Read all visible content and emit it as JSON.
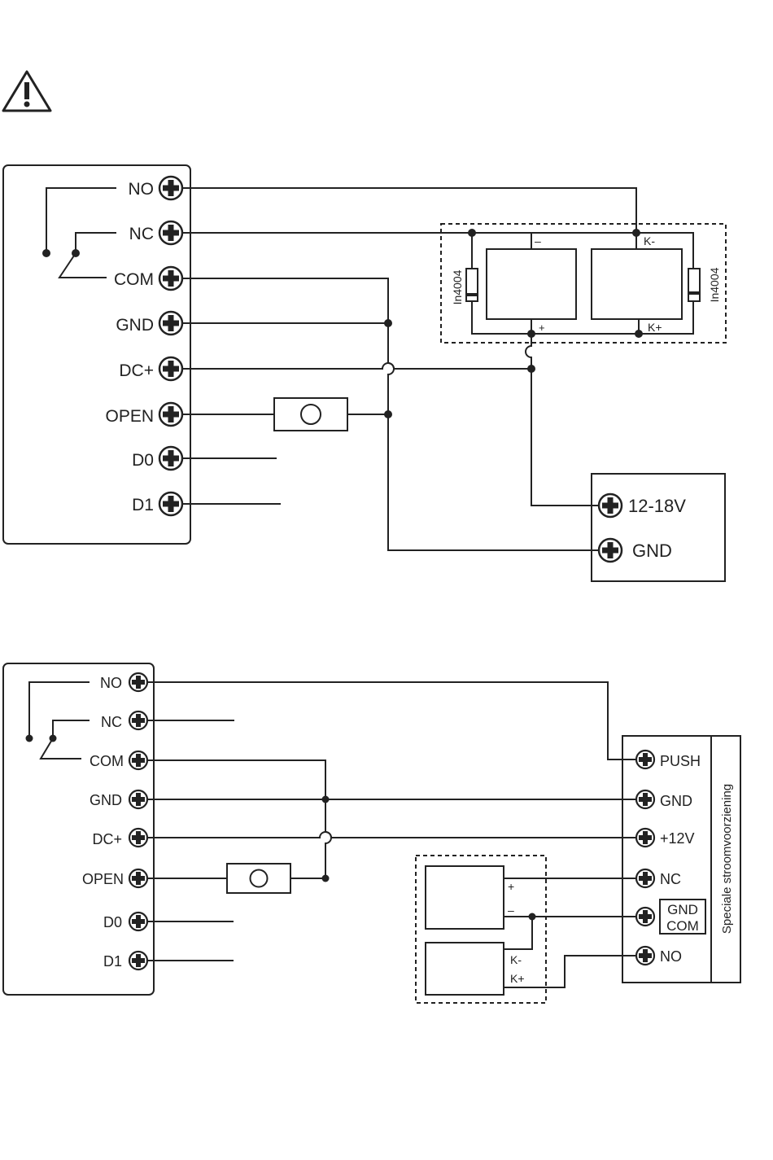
{
  "warning": {
    "icon": "warning-triangle-icon"
  },
  "diagram1": {
    "controller_terminals": [
      "NO",
      "NC",
      "COM",
      "GND",
      "DC+",
      "OPEN",
      "D0",
      "D1"
    ],
    "diode_left": "In4004",
    "diode_right": "In4004",
    "lock_left": {
      "minus": "–",
      "plus": "+"
    },
    "lock_right": {
      "minus": "K-",
      "plus": "K+"
    },
    "power_supply": [
      "12-18V",
      "GND"
    ]
  },
  "diagram2": {
    "controller_terminals": [
      "NO",
      "NC",
      "COM",
      "GND",
      "DC+",
      "OPEN",
      "D0",
      "D1"
    ],
    "lock_top": {
      "plus": "+",
      "minus": "–"
    },
    "lock_bottom": {
      "minus": "K-",
      "plus": "K+"
    },
    "power_supply": [
      "PUSH",
      "GND",
      "+12V",
      "NC",
      "",
      "NO"
    ],
    "gnd_com_label": [
      "GND",
      "COM"
    ],
    "power_supply_title": "Speciale stroomvoorziening"
  }
}
